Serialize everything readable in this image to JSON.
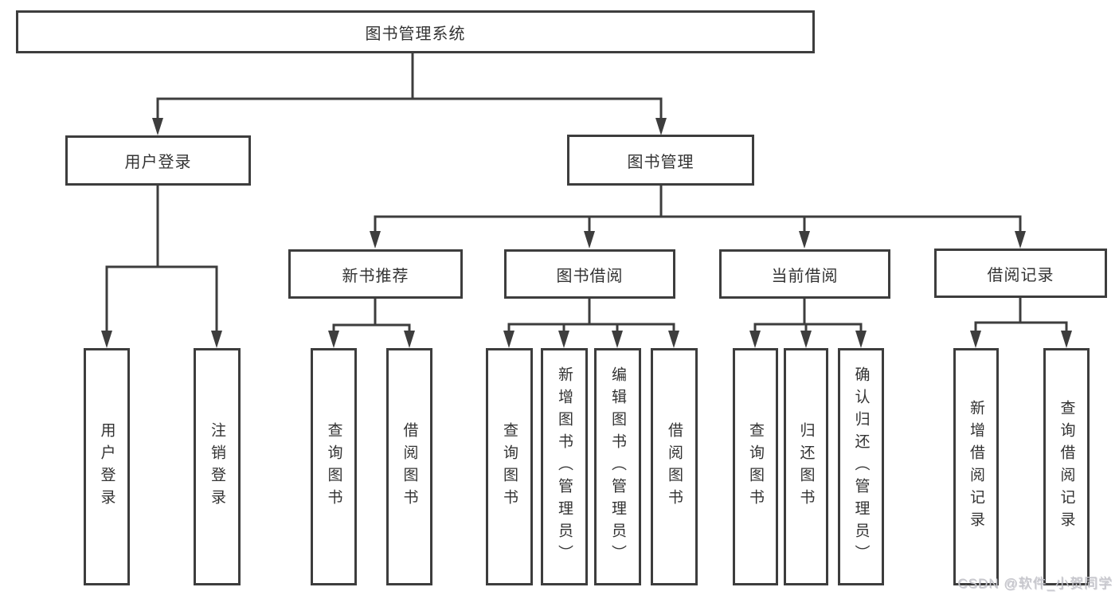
{
  "tree": {
    "label": "图书管理系统",
    "children": [
      {
        "label": "用户登录",
        "children": [
          {
            "label": "用户登录"
          },
          {
            "label": "注销登录"
          }
        ]
      },
      {
        "label": "图书管理",
        "children": [
          {
            "label": "新书推荐",
            "children": [
              {
                "label": "查询图书"
              },
              {
                "label": "借阅图书"
              }
            ]
          },
          {
            "label": "图书借阅",
            "children": [
              {
                "label": "查询图书"
              },
              {
                "label": "新增图书（管理员）"
              },
              {
                "label": "编辑图书（管理员）"
              },
              {
                "label": "借阅图书"
              }
            ]
          },
          {
            "label": "当前借阅",
            "children": [
              {
                "label": "查询图书"
              },
              {
                "label": "归还图书"
              },
              {
                "label": "确认归还（管理员）"
              }
            ]
          },
          {
            "label": "借阅记录",
            "children": [
              {
                "label": "新增借阅记录"
              },
              {
                "label": "查询借阅记录"
              }
            ]
          }
        ]
      }
    ]
  },
  "watermark": {
    "text": "CSDN @软件_小贺同学"
  },
  "colors": {
    "line": "#3d3d3d",
    "box_border": "#3d3d3d",
    "text": "#333333",
    "background": "#ffffff",
    "watermark": "#c6c6cb"
  }
}
